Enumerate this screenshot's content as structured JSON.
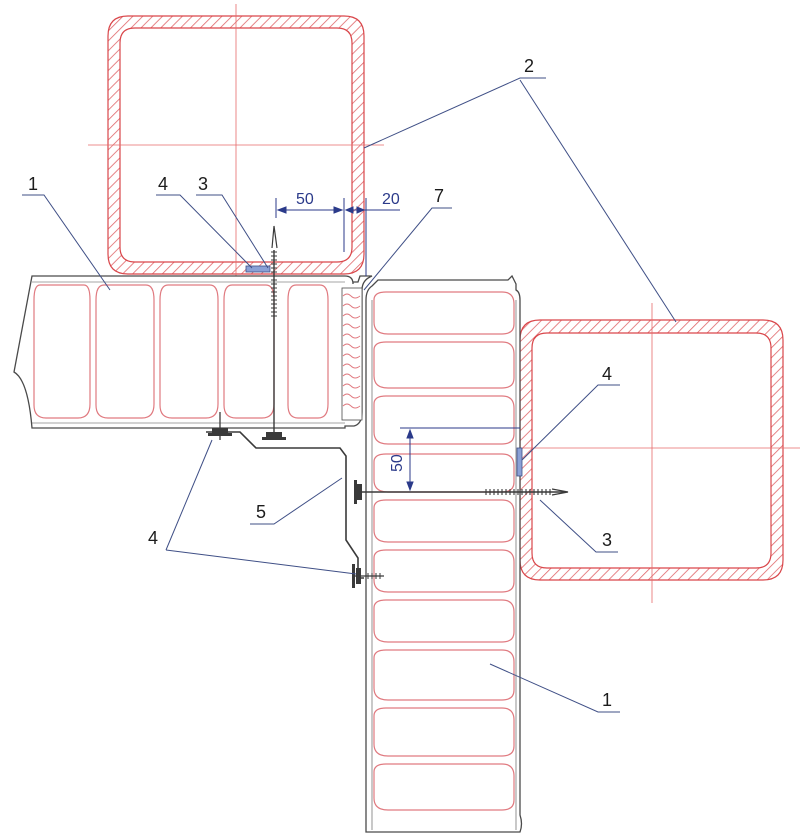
{
  "colors": {
    "background": "#ffffff",
    "outline": "#4a4a4a",
    "tube": "#d9464a",
    "hatch": "#e0666a",
    "insulation": "#e07a80",
    "centerline": "#e66a6a",
    "leader": "#3f4f86",
    "label": "#1c1c1c",
    "dimension": "#2b3a8a"
  },
  "labels": {
    "panel_left": "1",
    "panel_bottom": "1",
    "tube": "2",
    "screw_top": "3",
    "screw_right": "3",
    "sealant_top": "4",
    "sealant_right": "4",
    "washer_bottom": "4",
    "flashing": "5",
    "insert": "7"
  },
  "dimensions": {
    "top_width": "50",
    "top_gap": "20",
    "vertical_offset": "50"
  }
}
